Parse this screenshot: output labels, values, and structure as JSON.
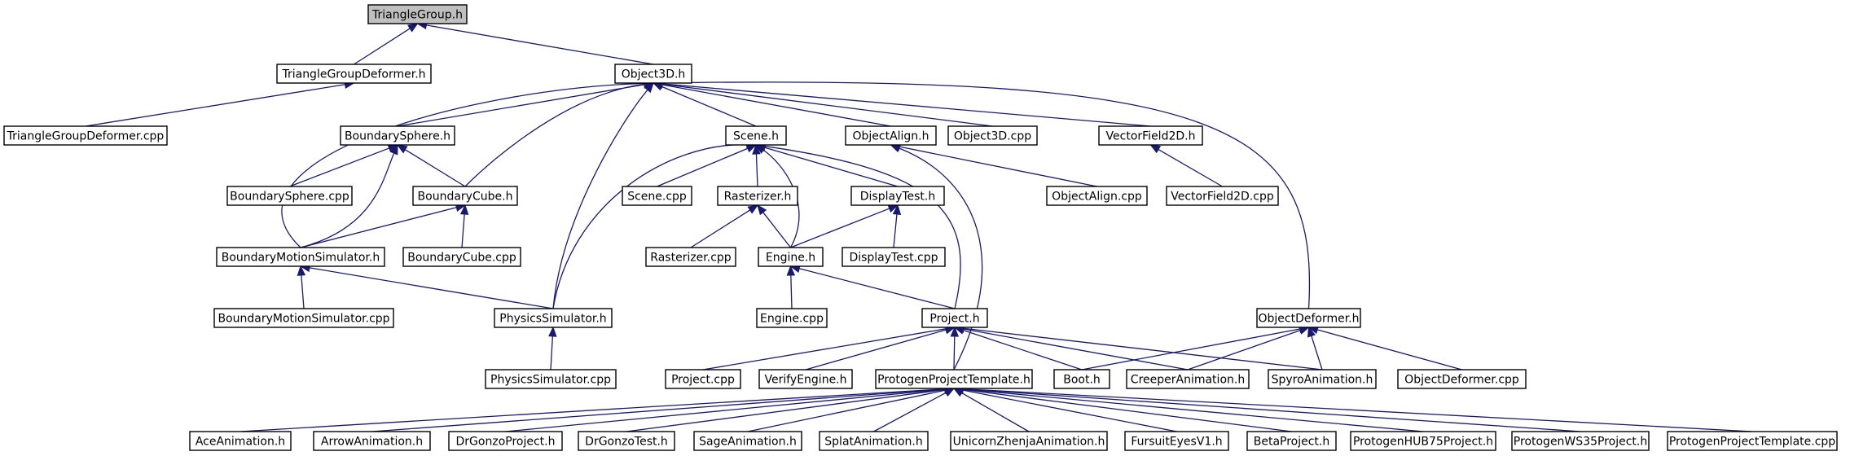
{
  "graph": {
    "nodes": [
      {
        "id": "triangle_group_h",
        "label": "TriangleGroup.h",
        "root": true
      },
      {
        "id": "triangle_group_deformer_h",
        "label": "TriangleGroupDeformer.h"
      },
      {
        "id": "object3d_h",
        "label": "Object3D.h"
      },
      {
        "id": "triangle_group_deformer_cpp",
        "label": "TriangleGroupDeformer.cpp"
      },
      {
        "id": "boundary_sphere_h",
        "label": "BoundarySphere.h"
      },
      {
        "id": "scene_h",
        "label": "Scene.h"
      },
      {
        "id": "object_align_h",
        "label": "ObjectAlign.h"
      },
      {
        "id": "object3d_cpp",
        "label": "Object3D.cpp"
      },
      {
        "id": "vector_field_2d_h",
        "label": "VectorField2D.h"
      },
      {
        "id": "boundary_sphere_cpp",
        "label": "BoundarySphere.cpp"
      },
      {
        "id": "boundary_cube_h",
        "label": "BoundaryCube.h"
      },
      {
        "id": "scene_cpp",
        "label": "Scene.cpp"
      },
      {
        "id": "rasterizer_h",
        "label": "Rasterizer.h"
      },
      {
        "id": "display_test_h",
        "label": "DisplayTest.h"
      },
      {
        "id": "object_align_cpp",
        "label": "ObjectAlign.cpp"
      },
      {
        "id": "vector_field_2d_cpp",
        "label": "VectorField2D.cpp"
      },
      {
        "id": "boundary_motion_simulator_h",
        "label": "BoundaryMotionSimulator.h"
      },
      {
        "id": "boundary_cube_cpp",
        "label": "BoundaryCube.cpp"
      },
      {
        "id": "rasterizer_cpp",
        "label": "Rasterizer.cpp"
      },
      {
        "id": "engine_h",
        "label": "Engine.h"
      },
      {
        "id": "display_test_cpp",
        "label": "DisplayTest.cpp"
      },
      {
        "id": "boundary_motion_simulator_cpp",
        "label": "BoundaryMotionSimulator.cpp"
      },
      {
        "id": "physics_simulator_h",
        "label": "PhysicsSimulator.h"
      },
      {
        "id": "engine_cpp",
        "label": "Engine.cpp"
      },
      {
        "id": "project_h",
        "label": "Project.h"
      },
      {
        "id": "object_deformer_h",
        "label": "ObjectDeformer.h"
      },
      {
        "id": "physics_simulator_cpp",
        "label": "PhysicsSimulator.cpp"
      },
      {
        "id": "project_cpp",
        "label": "Project.cpp"
      },
      {
        "id": "verify_engine_h",
        "label": "VerifyEngine.h"
      },
      {
        "id": "protogen_project_template_h",
        "label": "ProtogenProjectTemplate.h"
      },
      {
        "id": "boot_h",
        "label": "Boot.h"
      },
      {
        "id": "creeper_animation_h",
        "label": "CreeperAnimation.h"
      },
      {
        "id": "spyro_animation_h",
        "label": "SpyroAnimation.h"
      },
      {
        "id": "object_deformer_cpp",
        "label": "ObjectDeformer.cpp"
      },
      {
        "id": "ace_animation_h",
        "label": "AceAnimation.h"
      },
      {
        "id": "arrow_animation_h",
        "label": "ArrowAnimation.h"
      },
      {
        "id": "dr_gonzo_project_h",
        "label": "DrGonzoProject.h"
      },
      {
        "id": "dr_gonzo_test_h",
        "label": "DrGonzoTest.h"
      },
      {
        "id": "sage_animation_h",
        "label": "SageAnimation.h"
      },
      {
        "id": "splat_animation_h",
        "label": "SplatAnimation.h"
      },
      {
        "id": "unicorn_zhenja_animation_h",
        "label": "UnicornZhenjaAnimation.h"
      },
      {
        "id": "fursuit_eyes_v1_h",
        "label": "FursuitEyesV1.h"
      },
      {
        "id": "beta_project_h",
        "label": "BetaProject.h"
      },
      {
        "id": "protogen_hub75_project_h",
        "label": "ProtogenHUB75Project.h"
      },
      {
        "id": "protogen_ws35_project_h",
        "label": "ProtogenWS35Project.h"
      },
      {
        "id": "protogen_project_template_cpp",
        "label": "ProtogenProjectTemplate.cpp"
      }
    ],
    "edges": [
      {
        "from": "triangle_group_deformer_h",
        "to": "triangle_group_h"
      },
      {
        "from": "object3d_h",
        "to": "triangle_group_h"
      },
      {
        "from": "triangle_group_deformer_cpp",
        "to": "triangle_group_deformer_h"
      },
      {
        "from": "boundary_sphere_h",
        "to": "object3d_h"
      },
      {
        "from": "scene_h",
        "to": "object3d_h"
      },
      {
        "from": "object_align_h",
        "to": "object3d_h"
      },
      {
        "from": "object3d_cpp",
        "to": "object3d_h"
      },
      {
        "from": "vector_field_2d_h",
        "to": "object3d_h"
      },
      {
        "from": "boundary_cube_h",
        "to": "object3d_h"
      },
      {
        "from": "boundary_motion_simulator_h",
        "to": "object3d_h"
      },
      {
        "from": "physics_simulator_h",
        "to": "object3d_h"
      },
      {
        "from": "object_deformer_h",
        "to": "object3d_h"
      },
      {
        "from": "boundary_sphere_cpp",
        "to": "boundary_sphere_h"
      },
      {
        "from": "boundary_cube_h",
        "to": "boundary_sphere_h"
      },
      {
        "from": "boundary_motion_simulator_h",
        "to": "boundary_sphere_h"
      },
      {
        "from": "boundary_motion_simulator_h",
        "to": "boundary_cube_h"
      },
      {
        "from": "boundary_cube_cpp",
        "to": "boundary_cube_h"
      },
      {
        "from": "boundary_motion_simulator_cpp",
        "to": "boundary_motion_simulator_h"
      },
      {
        "from": "physics_simulator_h",
        "to": "boundary_motion_simulator_h"
      },
      {
        "from": "physics_simulator_cpp",
        "to": "physics_simulator_h"
      },
      {
        "from": "scene_cpp",
        "to": "scene_h"
      },
      {
        "from": "rasterizer_h",
        "to": "scene_h"
      },
      {
        "from": "display_test_h",
        "to": "scene_h"
      },
      {
        "from": "engine_h",
        "to": "scene_h"
      },
      {
        "from": "physics_simulator_h",
        "to": "scene_h"
      },
      {
        "from": "project_h",
        "to": "scene_h"
      },
      {
        "from": "rasterizer_cpp",
        "to": "rasterizer_h"
      },
      {
        "from": "engine_h",
        "to": "rasterizer_h"
      },
      {
        "from": "engine_h",
        "to": "display_test_h"
      },
      {
        "from": "display_test_cpp",
        "to": "display_test_h"
      },
      {
        "from": "engine_cpp",
        "to": "engine_h"
      },
      {
        "from": "project_h",
        "to": "engine_h"
      },
      {
        "from": "object_align_cpp",
        "to": "object_align_h"
      },
      {
        "from": "protogen_project_template_h",
        "to": "object_align_h"
      },
      {
        "from": "vector_field_2d_cpp",
        "to": "vector_field_2d_h"
      },
      {
        "from": "project_cpp",
        "to": "project_h"
      },
      {
        "from": "verify_engine_h",
        "to": "project_h"
      },
      {
        "from": "protogen_project_template_h",
        "to": "project_h"
      },
      {
        "from": "boot_h",
        "to": "project_h"
      },
      {
        "from": "creeper_animation_h",
        "to": "project_h"
      },
      {
        "from": "spyro_animation_h",
        "to": "project_h"
      },
      {
        "from": "boot_h",
        "to": "object_deformer_h"
      },
      {
        "from": "creeper_animation_h",
        "to": "object_deformer_h"
      },
      {
        "from": "spyro_animation_h",
        "to": "object_deformer_h"
      },
      {
        "from": "object_deformer_cpp",
        "to": "object_deformer_h"
      },
      {
        "from": "ace_animation_h",
        "to": "protogen_project_template_h"
      },
      {
        "from": "arrow_animation_h",
        "to": "protogen_project_template_h"
      },
      {
        "from": "dr_gonzo_project_h",
        "to": "protogen_project_template_h"
      },
      {
        "from": "dr_gonzo_test_h",
        "to": "protogen_project_template_h"
      },
      {
        "from": "sage_animation_h",
        "to": "protogen_project_template_h"
      },
      {
        "from": "splat_animation_h",
        "to": "protogen_project_template_h"
      },
      {
        "from": "unicorn_zhenja_animation_h",
        "to": "protogen_project_template_h"
      },
      {
        "from": "fursuit_eyes_v1_h",
        "to": "protogen_project_template_h"
      },
      {
        "from": "beta_project_h",
        "to": "protogen_project_template_h"
      },
      {
        "from": "protogen_hub75_project_h",
        "to": "protogen_project_template_h"
      },
      {
        "from": "protogen_ws35_project_h",
        "to": "protogen_project_template_h"
      },
      {
        "from": "protogen_project_template_cpp",
        "to": "protogen_project_template_h"
      }
    ]
  }
}
